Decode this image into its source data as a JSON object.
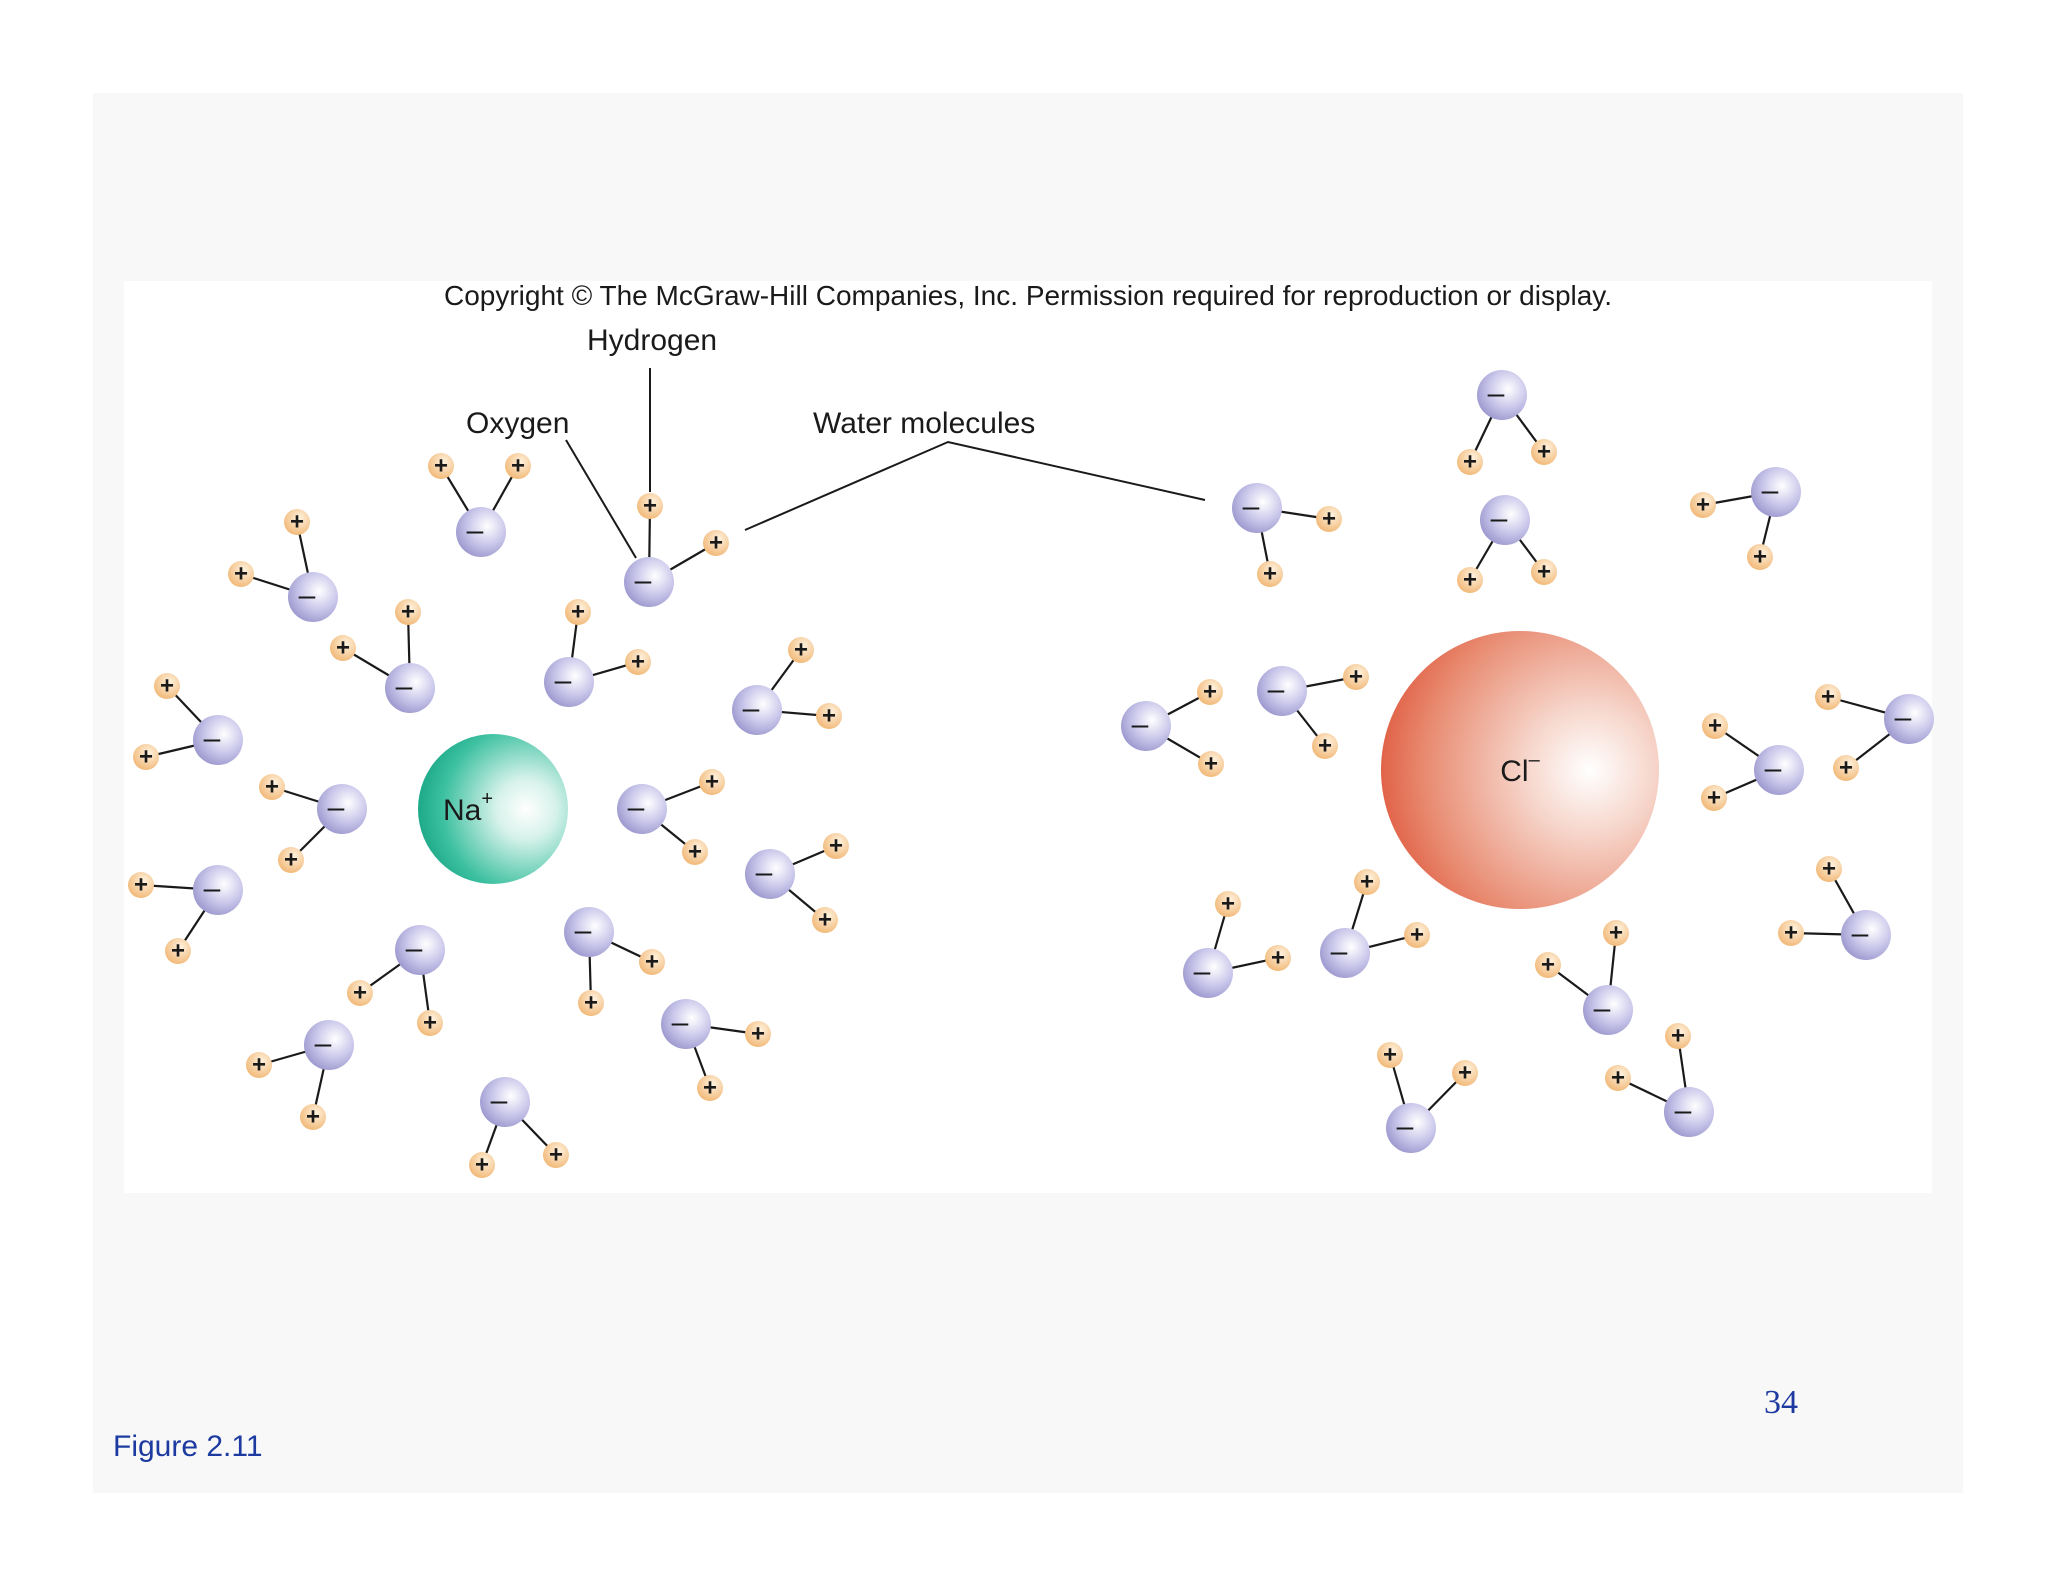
{
  "copyright": "Copyright © The McGraw-Hill Companies, Inc. Permission required for reproduction or display.",
  "labels": {
    "hydrogen": "Hydrogen",
    "oxygen": "Oxygen",
    "water_molecules": "Water molecules"
  },
  "ions": {
    "sodium": {
      "symbol": "Na",
      "charge": "+",
      "color": "#1ab394"
    },
    "chloride": {
      "symbol": "Cl",
      "charge": "–",
      "color": "#e0503a"
    }
  },
  "symbols": {
    "oxygen_charge": "–",
    "hydrogen_charge": "+"
  },
  "colors": {
    "oxygen_atom": "#b9b6df",
    "hydrogen_atom": "#f6c48a",
    "caption_blue": "#1c3aa0"
  },
  "caption": "Figure 2.11",
  "page_number": "34"
}
